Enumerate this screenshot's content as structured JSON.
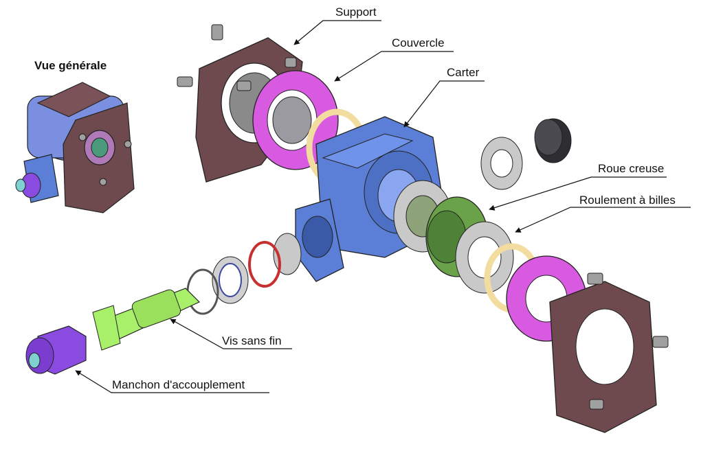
{
  "title": "Vue générale",
  "labels": {
    "support": "Support",
    "couvercle": "Couvercle",
    "carter": "Carter",
    "roue_creuse": "Roue creuse",
    "roulement": "Roulement à billes",
    "vis_sans_fin": "Vis sans fin",
    "manchon": "Manchon d'accouplement"
  },
  "colors": {
    "support": "#6e4a4e",
    "couvercle": "#d85ae0",
    "carter": "#5b7fd6",
    "roue_creuse": "#6aa24a",
    "vis_sans_fin": "#a8f06a",
    "manchon": "#8a4be0",
    "bearing": "#c9c9c9",
    "seal_ring": "#f3dca0",
    "circlip": "#c83030",
    "bolt": "#a0a0a0"
  }
}
